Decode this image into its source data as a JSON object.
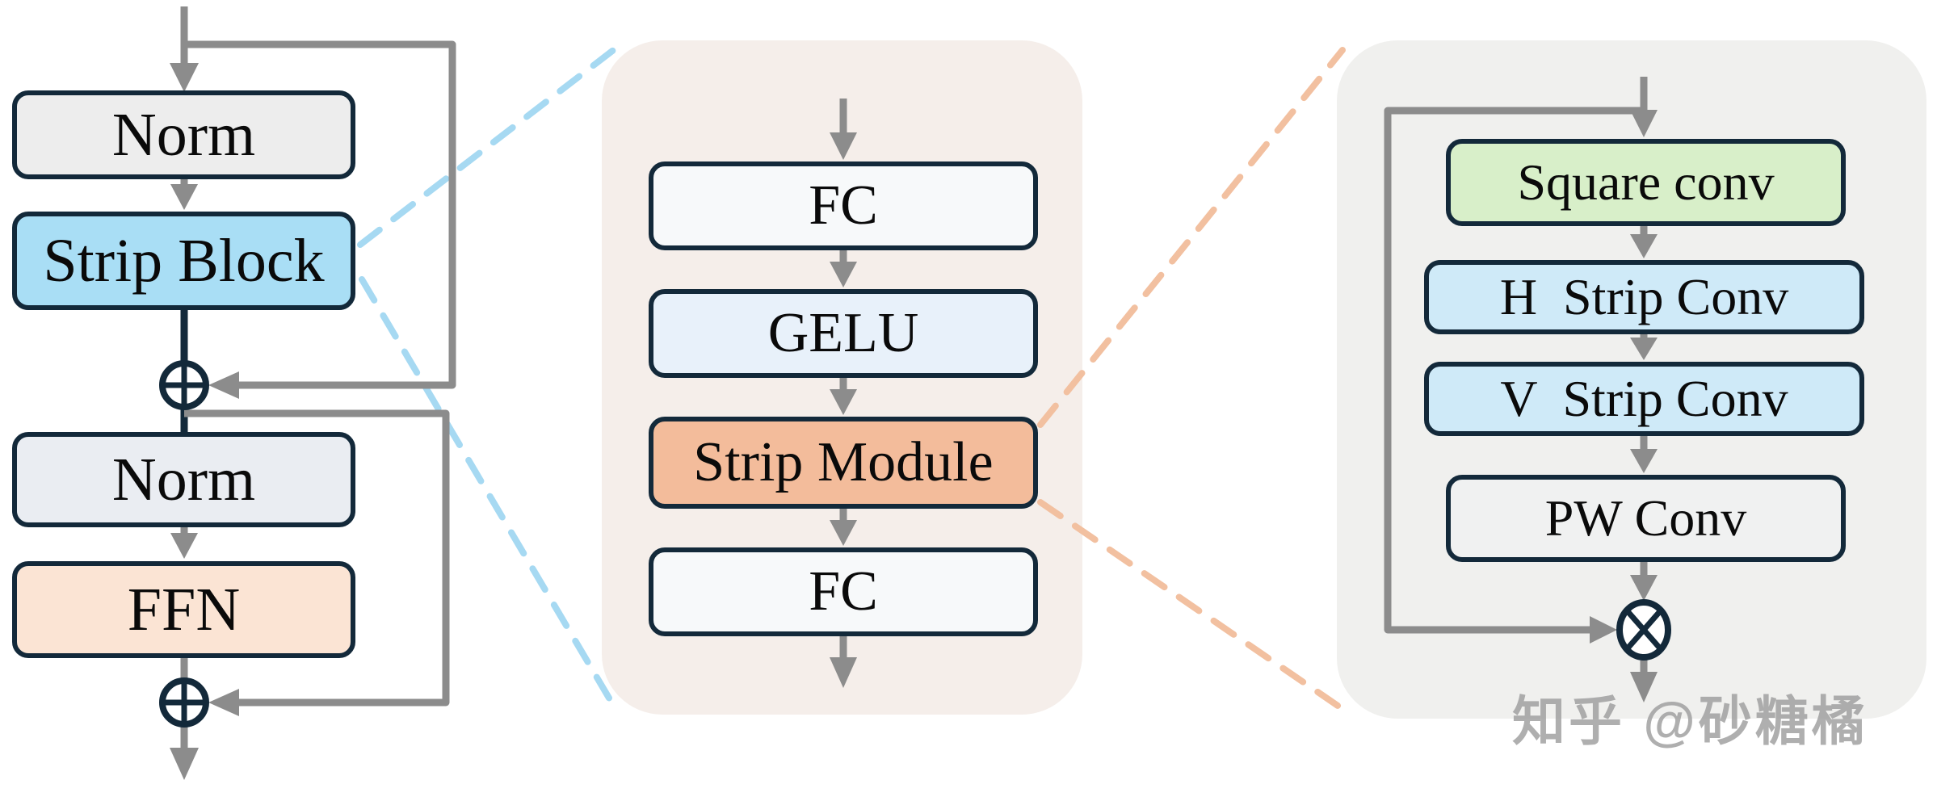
{
  "left_diagram": {
    "boxes": [
      {
        "label": "Norm"
      },
      {
        "label": "Strip Block"
      },
      {
        "label": "Norm"
      },
      {
        "label": "FFN"
      }
    ],
    "add_icon_symbol": "⊕"
  },
  "middle_panel": {
    "boxes": [
      {
        "label": "FC"
      },
      {
        "label": "GELU"
      },
      {
        "label": "Strip Module"
      },
      {
        "label": "FC"
      }
    ]
  },
  "right_panel": {
    "boxes": [
      {
        "label": "Square conv"
      },
      {
        "label": "H  Strip Conv"
      },
      {
        "label": "V  Strip Conv"
      },
      {
        "label": "PW Conv"
      }
    ],
    "multiply_icon_symbol": "⊗"
  },
  "watermark": {
    "text": "知乎 @砂糖橘"
  },
  "colors": {
    "border_navy": "#13293a",
    "arrow_gray": "#8c8c8c",
    "norm_fill": "#ededed",
    "strip_block_fill": "#a9def5",
    "ffn_fill": "#fbe4d4",
    "fc_fill": "#f7f9fa",
    "gelu_fill": "#e8f1fa",
    "strip_module_fill": "#f3bc9b",
    "square_conv_fill": "#d8efc9",
    "strip_conv_fill": "#cfeaf8",
    "pw_conv_fill": "#f0f1f1",
    "mid_panel_bg": "#f5eeea",
    "right_panel_bg": "#f0f0ee",
    "dashed_blue": "#a6d9f2",
    "dashed_orange": "#f2c0a0"
  }
}
